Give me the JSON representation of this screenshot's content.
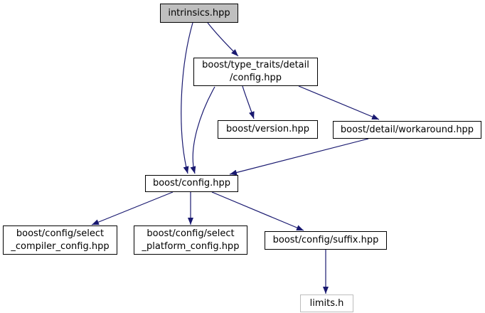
{
  "diagram": {
    "kind": "include-dependency-graph",
    "colors": {
      "edge": "#191970",
      "node_fill": "#ffffff",
      "node_border": "#000000",
      "root_fill": "#bfbfbf",
      "external_node_border": "#bdbdbd",
      "background": "#ffffff",
      "text": "#000000"
    },
    "nodes": [
      {
        "id": "intrinsics",
        "label": "intrinsics.hpp"
      },
      {
        "id": "ttconfig",
        "label": "boost/type_traits/detail\n/config.hpp"
      },
      {
        "id": "version",
        "label": "boost/version.hpp"
      },
      {
        "id": "workaround",
        "label": "boost/detail/workaround.hpp"
      },
      {
        "id": "config",
        "label": "boost/config.hpp"
      },
      {
        "id": "selcompiler",
        "label": "boost/config/select\n_compiler_config.hpp"
      },
      {
        "id": "selplatform",
        "label": "boost/config/select\n_platform_config.hpp"
      },
      {
        "id": "suffix",
        "label": "boost/config/suffix.hpp"
      },
      {
        "id": "limits",
        "label": "limits.h"
      }
    ],
    "edges": [
      {
        "from": "intrinsics",
        "to": "ttconfig"
      },
      {
        "from": "intrinsics",
        "to": "config"
      },
      {
        "from": "ttconfig",
        "to": "config"
      },
      {
        "from": "ttconfig",
        "to": "version"
      },
      {
        "from": "ttconfig",
        "to": "workaround"
      },
      {
        "from": "workaround",
        "to": "config"
      },
      {
        "from": "config",
        "to": "selcompiler"
      },
      {
        "from": "config",
        "to": "selplatform"
      },
      {
        "from": "config",
        "to": "suffix"
      },
      {
        "from": "suffix",
        "to": "limits"
      }
    ]
  }
}
